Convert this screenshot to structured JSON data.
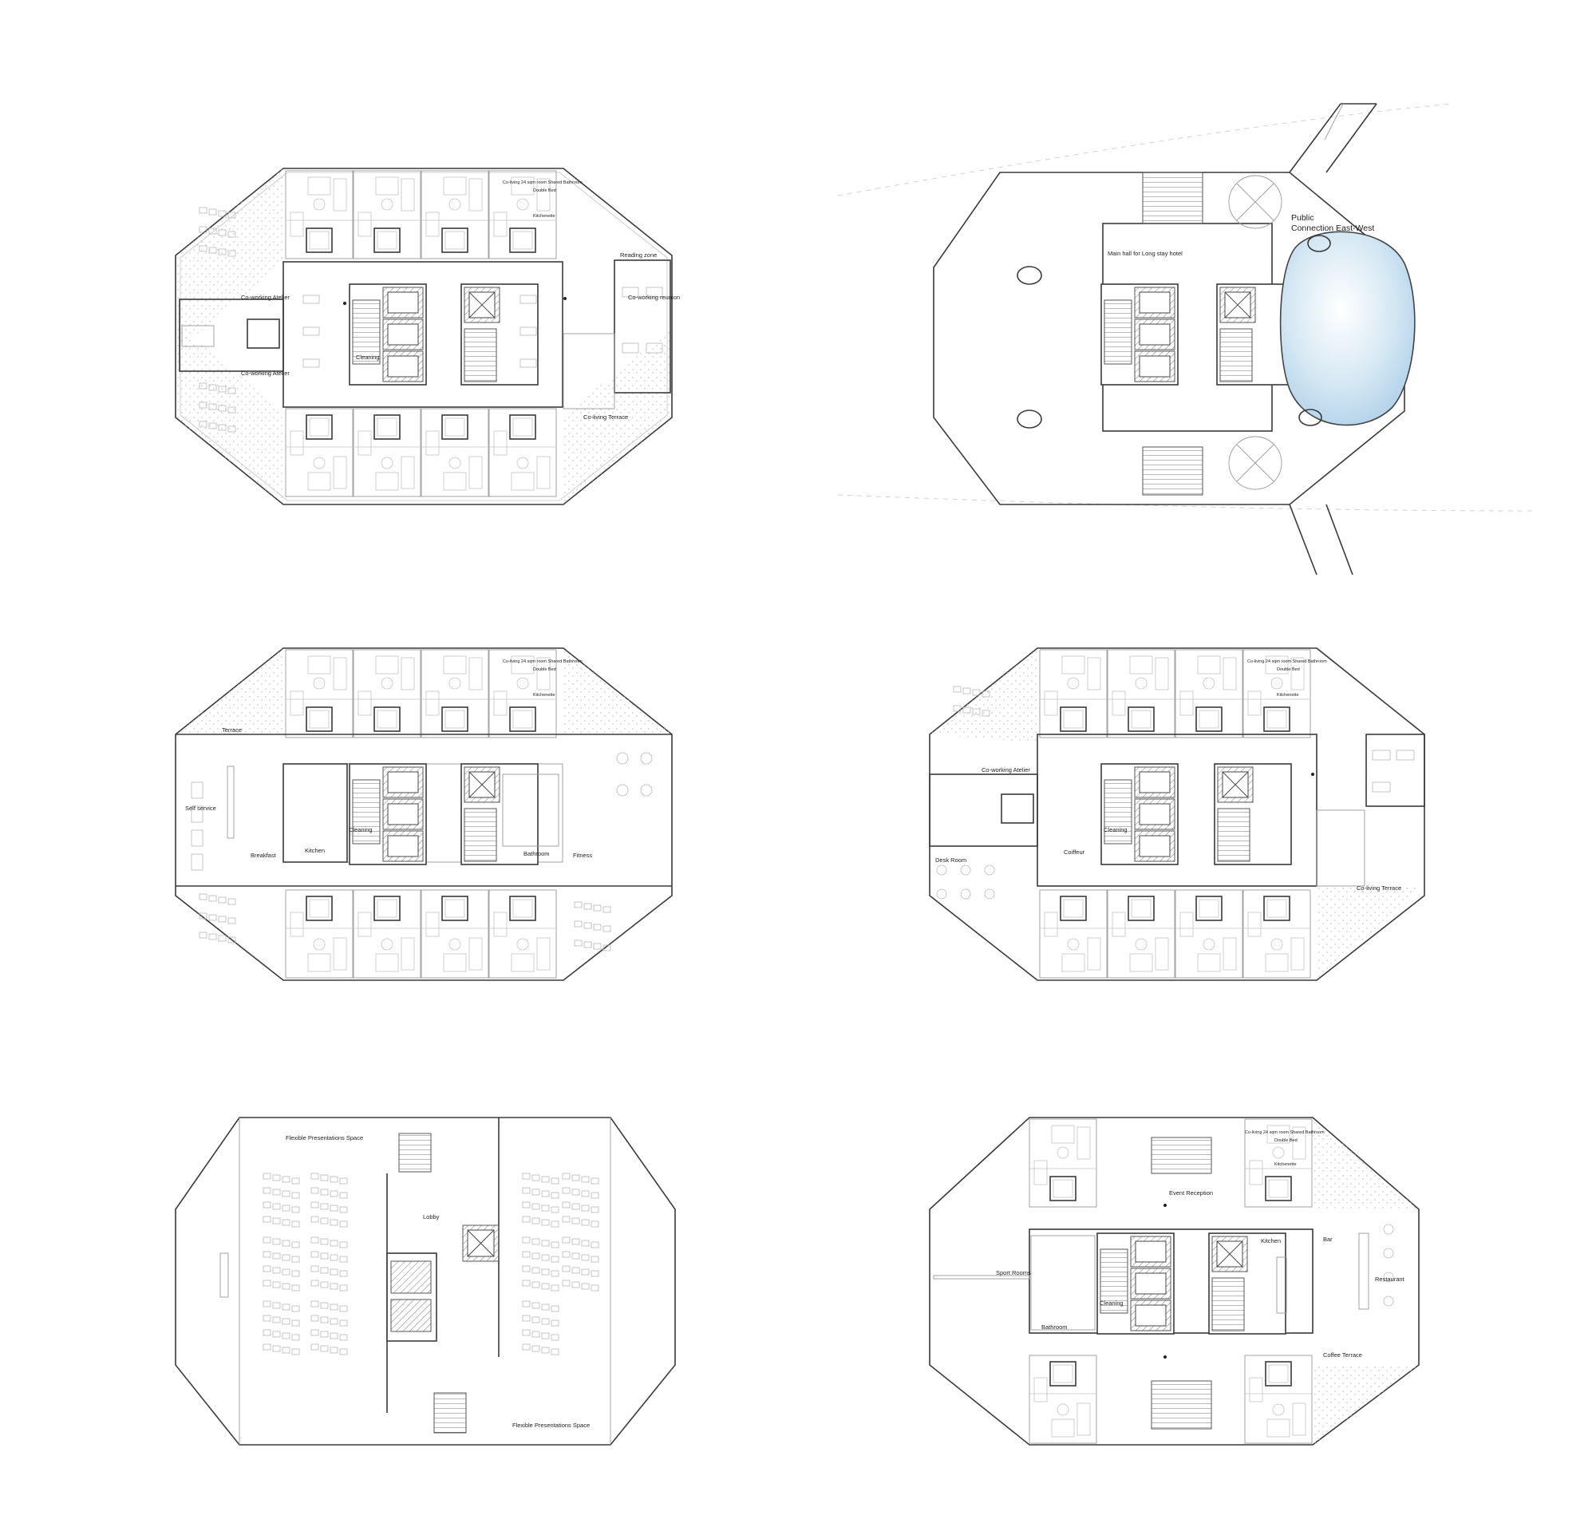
{
  "plans": [
    {
      "id": "coliving-floor-a",
      "labels": {
        "coworking_atelier_1": "Co-working Atelier",
        "coworking_atelier_2": "Co-working Atelier",
        "reading_zone": "Reading zone",
        "coworking_reunion": "Co-working reunion",
        "cleaning": "Cleaning",
        "coliving_terrace": "Co-living Terrace",
        "coliving_room": "Co-living 24 sqm room Shared Bathroom",
        "double_bed": "Double Bed",
        "kitchenette": "Kitchenette"
      }
    },
    {
      "id": "ground-floor",
      "labels": {
        "public_connection_1": "Public",
        "public_connection_2": "Connection East-West",
        "main_hall": "Main hall for Long stay hotel"
      }
    },
    {
      "id": "service-floor",
      "labels": {
        "terrace": "Terrace",
        "self_service": "Self service",
        "breakfast": "Breakfast",
        "kitchen": "Kitchen",
        "cleaning": "Cleaning",
        "bathroom": "Bathroom",
        "fitness": "Fitness",
        "coliving_room": "Co-living 24 sqm room Shared Bathroom",
        "double_bed": "Double Bed",
        "kitchenette": "Kitchenette"
      }
    },
    {
      "id": "coliving-floor-b",
      "labels": {
        "coworking_atelier": "Co-working Atelier",
        "desk_room": "Desk Room",
        "coiffeur": "Coiffeur",
        "cleaning": "Cleaning",
        "coliving_terrace": "Co-living Terrace",
        "coliving_room": "Co-living 24 sqm room Shared Bathroom",
        "double_bed": "Double Bed",
        "kitchenette": "Kitchenette"
      }
    },
    {
      "id": "presentation-floor",
      "labels": {
        "flexible_1": "Flexible Presentations Space",
        "lobby": "Lobby",
        "flexible_2": "Flexible Presentations Space"
      }
    },
    {
      "id": "event-floor",
      "labels": {
        "event_reception": "Event Reception",
        "kitchen": "Kitchen",
        "bar": "Bar",
        "restaurant": "Restaurant",
        "sport_rooms": "Sport Rooms",
        "cleaning": "Cleaning",
        "bathroom": "Bathroom",
        "coffee_terrace": "Coffee Terrace",
        "coliving_room": "Co-living 24 sqm room Shared Bathroom",
        "double_bed": "Double Bed",
        "kitchenette": "Kitchenette"
      }
    }
  ],
  "colors": {
    "line": "#3a3a3a",
    "pool": "#bcd9ec",
    "background": "#ffffff"
  }
}
